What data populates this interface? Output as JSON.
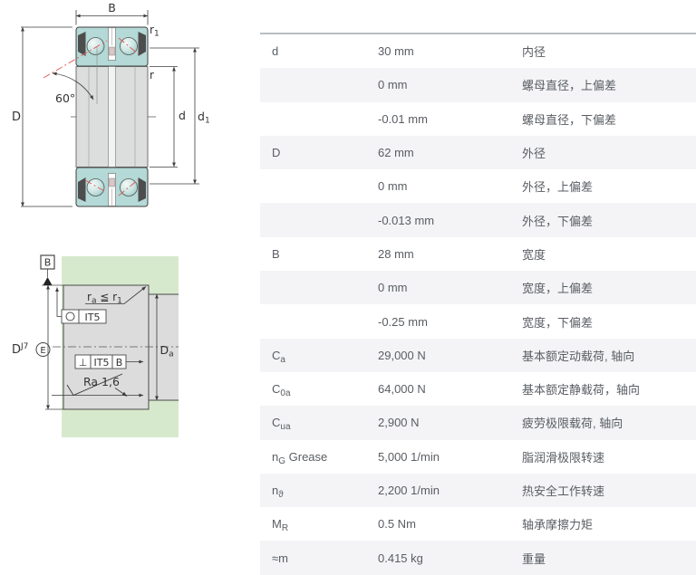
{
  "drawing_top": {
    "title": "bearing-cross-section",
    "colors": {
      "ring_teal": "#b4d9d6",
      "ring_gray": "#dcdddd",
      "cage_pink": "#d9c6c6",
      "accent_red": "#e06060",
      "line": "#3f3f3f"
    },
    "labels": {
      "width": "B",
      "outer_dia": "D",
      "bore": "d",
      "d1": [
        "d",
        "1"
      ],
      "r": "r",
      "r1": [
        "r",
        "1"
      ],
      "angle": "60°"
    }
  },
  "drawing_bottom": {
    "title": "mounting-tolerance-diagram",
    "colors": {
      "bg_green": "#d7e9cd",
      "part_gray": "#dcdcdc",
      "line": "#4a4a4a"
    },
    "labels": {
      "datum": "B",
      "fit": [
        "D",
        "J7"
      ],
      "envelope": "E",
      "roundness_tol": "IT5",
      "perp_frame": [
        "⊥",
        "IT5",
        "B"
      ],
      "roughness": "Ra 1,6",
      "ra_cond": [
        "r",
        "a",
        " ≦ r",
        "1"
      ],
      "da": [
        "D",
        "a"
      ]
    }
  },
  "table": {
    "rows": [
      {
        "param": {
          "base": "d",
          "sub": "",
          "rest": ""
        },
        "value": "30 mm",
        "desc": "内径"
      },
      {
        "param": {
          "base": "",
          "sub": "",
          "rest": ""
        },
        "value": "0 mm",
        "desc": "螺母直径，上偏差"
      },
      {
        "param": {
          "base": "",
          "sub": "",
          "rest": ""
        },
        "value": "-0.01 mm",
        "desc": "螺母直径，下偏差"
      },
      {
        "param": {
          "base": "D",
          "sub": "",
          "rest": ""
        },
        "value": "62 mm",
        "desc": "外径"
      },
      {
        "param": {
          "base": "",
          "sub": "",
          "rest": ""
        },
        "value": "0 mm",
        "desc": "外径，上偏差"
      },
      {
        "param": {
          "base": "",
          "sub": "",
          "rest": ""
        },
        "value": "-0.013 mm",
        "desc": "外径，下偏差"
      },
      {
        "param": {
          "base": "B",
          "sub": "",
          "rest": ""
        },
        "value": "28 mm",
        "desc": "宽度"
      },
      {
        "param": {
          "base": "",
          "sub": "",
          "rest": ""
        },
        "value": "0 mm",
        "desc": "宽度，上偏差"
      },
      {
        "param": {
          "base": "",
          "sub": "",
          "rest": ""
        },
        "value": "-0.25 mm",
        "desc": "宽度，下偏差"
      },
      {
        "param": {
          "base": "C",
          "sub": "a",
          "rest": ""
        },
        "value": "29,000 N",
        "desc": "基本额定动载荷, 轴向"
      },
      {
        "param": {
          "base": "C",
          "sub": "0a",
          "rest": ""
        },
        "value": "64,000 N",
        "desc": "基本额定静载荷，轴向"
      },
      {
        "param": {
          "base": "C",
          "sub": "ua",
          "rest": ""
        },
        "value": "2,900 N",
        "desc": "疲劳极限载荷, 轴向"
      },
      {
        "param": {
          "base": "n",
          "sub": "G",
          "rest": " Grease"
        },
        "value": "5,000 1/min",
        "desc": "脂润滑极限转速"
      },
      {
        "param": {
          "base": "n",
          "sub": "ϑ",
          "rest": ""
        },
        "value": "2,200 1/min",
        "desc": "热安全工作转速"
      },
      {
        "param": {
          "base": "M",
          "sub": "R",
          "rest": ""
        },
        "value": "0.5 Nm",
        "desc": "轴承摩擦力矩"
      },
      {
        "param": {
          "base": "≈m",
          "sub": "",
          "rest": ""
        },
        "value": "0.415 kg",
        "desc": "重量"
      }
    ]
  }
}
